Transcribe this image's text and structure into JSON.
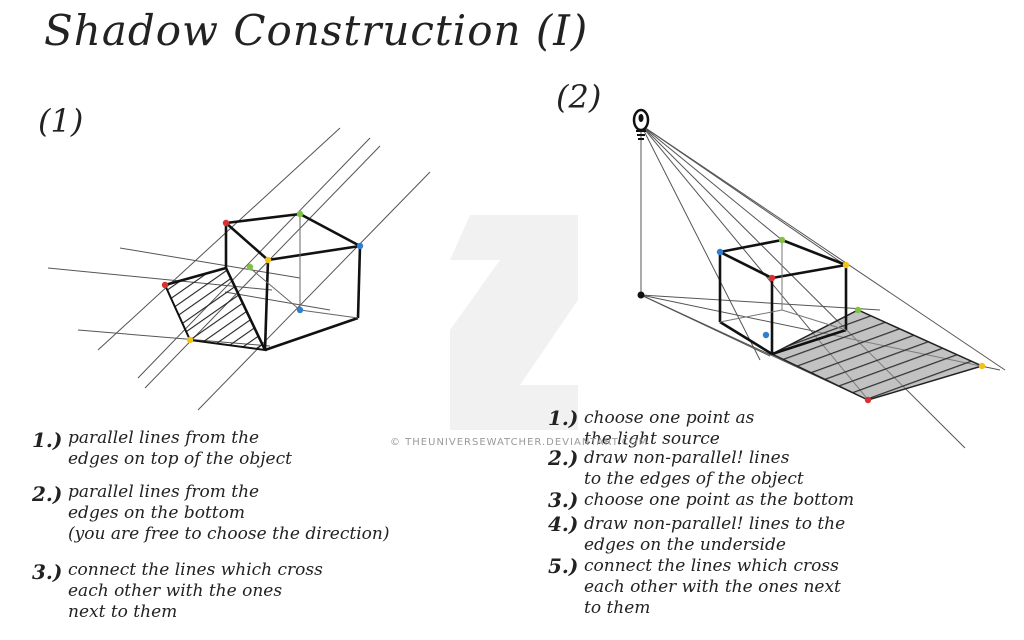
{
  "title": "Shadow Construction (I)",
  "figure1": {
    "label": "(1)",
    "steps": [
      {
        "num": "1.)",
        "text": "parallel lines from the\nedges on top of the object"
      },
      {
        "num": "2.)",
        "text": "parallel lines from the\nedges on the bottom\n(you are free to choose the direction)"
      },
      {
        "num": "3.)",
        "text": "connect the lines which cross\neach other with the ones\nnext to them"
      }
    ]
  },
  "figure2": {
    "label": "(2)",
    "steps": [
      {
        "num": "1.)",
        "text": "choose one point as\nthe light source"
      },
      {
        "num": "2.)",
        "text": "draw non-parallel! lines\nto the edges of the object"
      },
      {
        "num": "3.)",
        "text": "choose one point as the bottom"
      },
      {
        "num": "4.)",
        "text": "draw non-parallel! lines to the\nedges on the underside"
      },
      {
        "num": "5.)",
        "text": "connect the lines which cross\neach other with the ones next\nto them"
      }
    ]
  },
  "watermark": "© THEUNIVERSEWATCHER.DEVIANTART.COM",
  "colors": {
    "ink": "#1c1c1c",
    "construction": "#555555",
    "dot_red": "#d93030",
    "dot_green": "#7fc241",
    "dot_blue": "#2f7fd1",
    "dot_yellow": "#f2c21b",
    "watermark": "#e6e6e6"
  },
  "icons": {
    "light_source": "light-bulb-icon"
  }
}
